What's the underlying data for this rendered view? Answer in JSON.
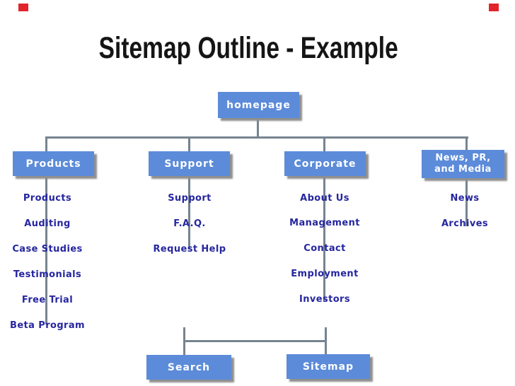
{
  "corner_marks": {
    "color": "#e2242c"
  },
  "title": "Sitemap Outline - Example",
  "diagram": {
    "root": "homepage",
    "branches": [
      {
        "label": "Products",
        "children": [
          "Products",
          "Auditing",
          "Case Studies",
          "Testimonials",
          "Free Trial",
          "Beta Program"
        ]
      },
      {
        "label": "Support",
        "children": [
          "Support",
          "F.A.Q.",
          "Request Help"
        ]
      },
      {
        "label": "Corporate",
        "children": [
          "About Us",
          "Management",
          "Contact",
          "Employment",
          "Investors"
        ]
      },
      {
        "label": "News, PR, and Media",
        "label_lines": [
          "News, PR,",
          "and Media"
        ],
        "children": [
          "News",
          "Archives"
        ]
      }
    ],
    "utility_nodes": [
      "Search",
      "Sitemap"
    ],
    "colors": {
      "node_fill": "#5c8bd9",
      "node_text": "#ffffff",
      "connector": "#76848f",
      "leaf_text": "#2626a0",
      "title_text": "#151515"
    }
  }
}
